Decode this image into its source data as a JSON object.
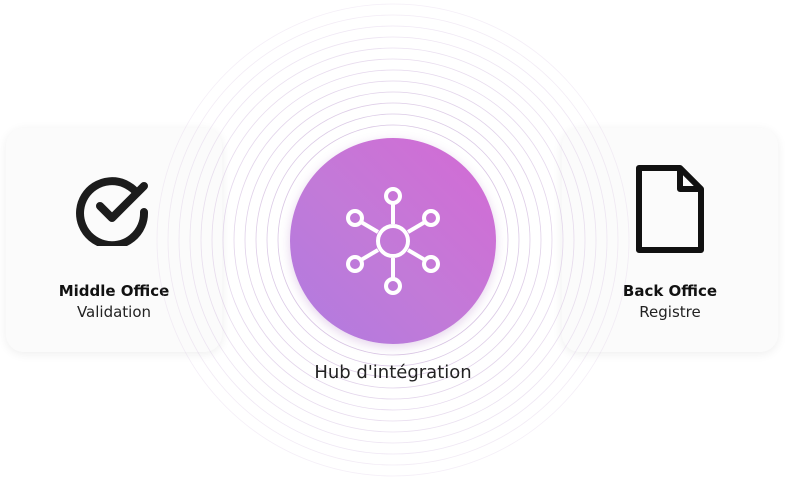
{
  "left_card": {
    "title": "Middle Office",
    "subtitle": "Validation",
    "icon": "check-circle-icon"
  },
  "right_card": {
    "title": "Back Office",
    "subtitle": "Registre",
    "icon": "document-icon"
  },
  "hub": {
    "label": "Hub d'intégration",
    "icon": "network-hub-icon",
    "colors": [
      "#d46ad4",
      "#b07be0"
    ]
  },
  "ring_color": "#d9c6e4"
}
